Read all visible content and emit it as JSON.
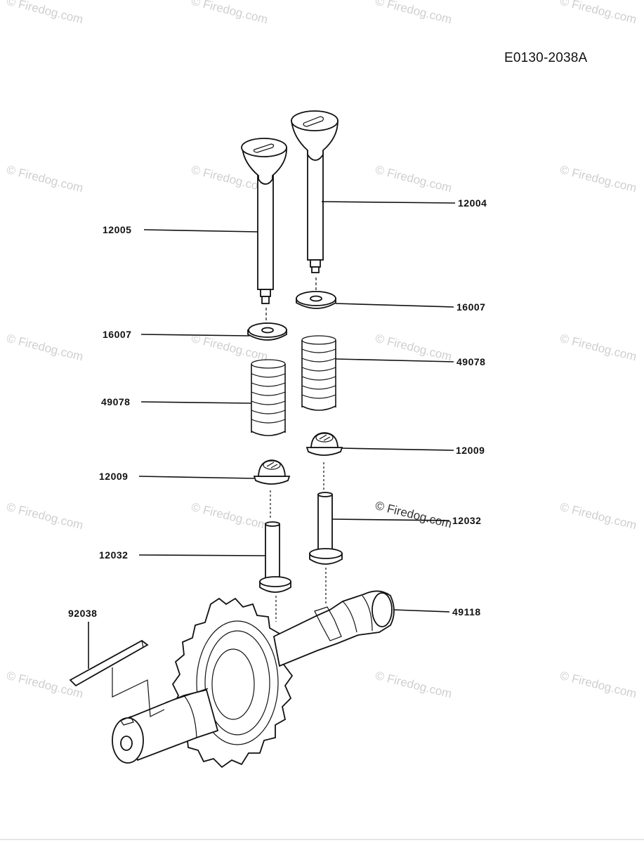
{
  "diagram": {
    "code": "E0130-2038A",
    "watermark_text": "© Firedog.com",
    "parts": [
      {
        "id": "12004",
        "name": "valve-intake"
      },
      {
        "id": "12005",
        "name": "valve-exhaust"
      },
      {
        "id": "16007",
        "name": "spring-retainer-left"
      },
      {
        "id": "16007",
        "name": "spring-retainer-right"
      },
      {
        "id": "49078",
        "name": "valve-spring-left"
      },
      {
        "id": "49078",
        "name": "valve-spring-right"
      },
      {
        "id": "12009",
        "name": "valve-cap-left"
      },
      {
        "id": "12009",
        "name": "valve-cap-right"
      },
      {
        "id": "12032",
        "name": "tappet-left"
      },
      {
        "id": "12032",
        "name": "tappet-right"
      },
      {
        "id": "49118",
        "name": "camshaft"
      },
      {
        "id": "92038",
        "name": "key"
      }
    ]
  }
}
